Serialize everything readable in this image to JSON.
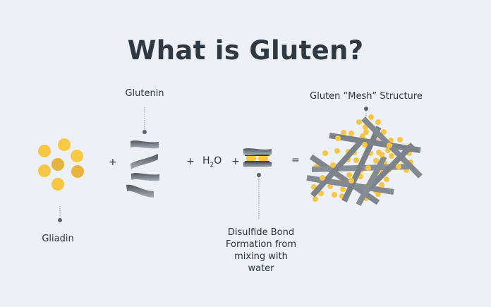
{
  "title": "What is Gluten?",
  "components": {
    "gliadin": {
      "label": "Gliadin"
    },
    "glutenin": {
      "label": "Glutenin"
    },
    "water": {
      "label_main": "H",
      "label_sub": "2",
      "label_end": "O"
    },
    "disulfide": {
      "line1": "Disulfide Bond",
      "line2": "Formation from",
      "line3": "mixing with",
      "line4": "water"
    },
    "mesh": {
      "label": "Gluten “Mesh” Structure"
    }
  },
  "operators": {
    "plus1": "+",
    "plus2": "+",
    "plus3": "+",
    "equals": "="
  },
  "colors": {
    "background": "#edf0f4",
    "title": "#2e3944",
    "dot_light": "#f7c644",
    "dot_dark": "#e6b23e",
    "strand": "#6f757d",
    "pointer": "#5d636a"
  }
}
